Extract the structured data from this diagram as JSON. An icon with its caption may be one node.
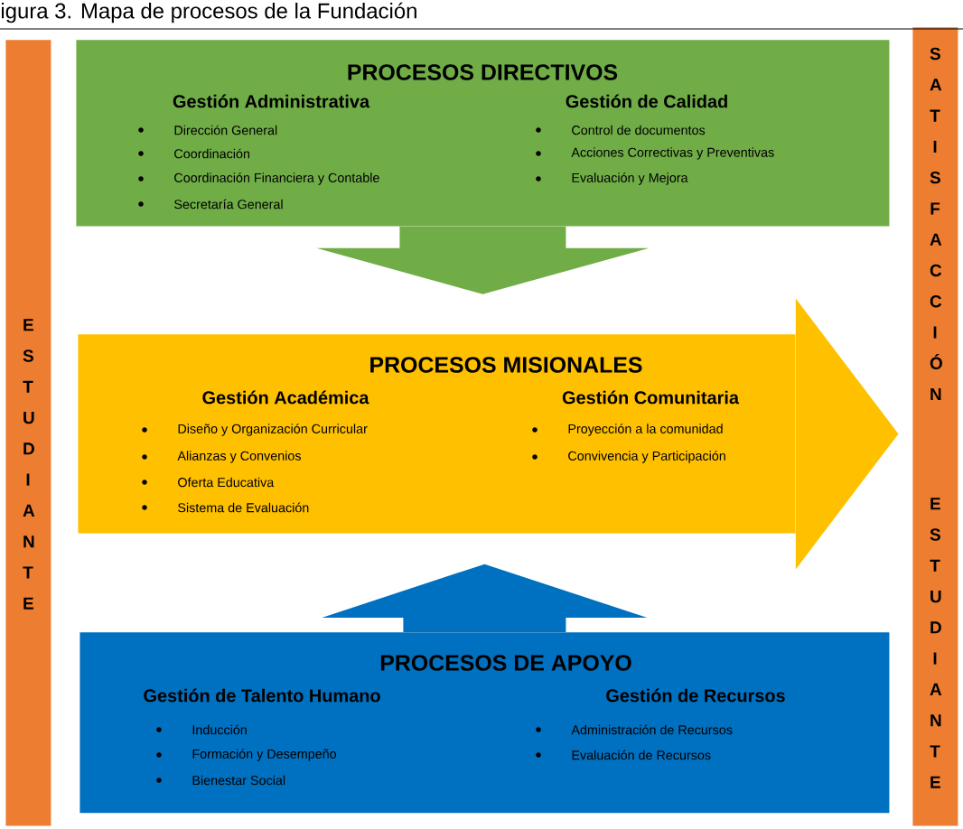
{
  "diagram": {
    "caption": "igura 3. Mapa de procesos de la Fundación",
    "nodes": [
      {
        "text": [
          "E S T U D I A N T E"
        ]
      },
      {
        "text": [
          "PROCESOS DIRECTIVOS",
          "Gestión Administrativa",
          "Dirección General",
          "Coordinación",
          "Coordinación Financiera y Contable",
          "Secretaría General",
          "Gestión de Calidad",
          "Control de documentos",
          "Acciones Correctivas y Preventivas",
          "Evaluación y Mejora"
        ]
      },
      {
        "text": [
          "PROCESOS MISIONALES",
          "Gestión Académica",
          "Diseño y Organización Curricular",
          "Alianzas y Convenios",
          "Oferta Educativa",
          "Sistema de Evaluación",
          "Gestión Comunitaria",
          "Proyección a la comunidad",
          "Convivencia y Participación"
        ]
      },
      {
        "text": [
          "PROCESOS DE APOYO",
          "Gestión de Talento Humano",
          "Inducción",
          "Formación y Desempeño",
          "Bienestar Social",
          "Gestión de Recursos",
          "Administración de Recursos",
          "Evaluación de Recursos"
        ]
      },
      {
        "text": [
          "S A T I S F A C C I Ó N",
          "E S T U D I A N T E"
        ]
      }
    ],
    "edges": [
      {
        "from": 1,
        "to": 2,
        "arrow": "to"
      },
      {
        "from": 3,
        "to": 2,
        "arrow": "to"
      },
      {
        "from": 2,
        "to": 4,
        "arrow": "to"
      }
    ]
  }
}
